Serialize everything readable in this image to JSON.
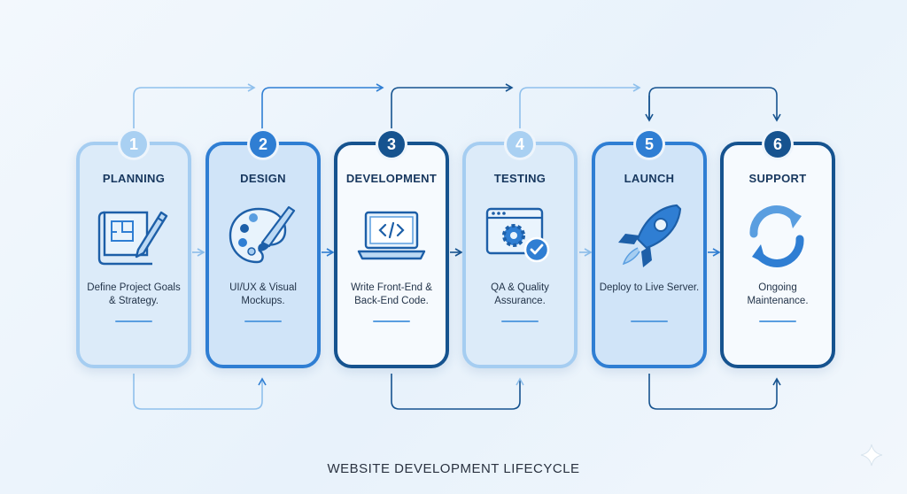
{
  "steps": [
    {
      "number": "1",
      "title": "PLANNING",
      "desc": "Define Project Goals & Strategy.",
      "icon": "blueprint-pencil-icon",
      "variant": "light"
    },
    {
      "number": "2",
      "title": "DESIGN",
      "desc": "UI/UX & Visual Mockups.",
      "icon": "palette-brush-icon",
      "variant": "mid"
    },
    {
      "number": "3",
      "title": "DEVELOPMENT",
      "desc": "Write Front-End & Back-End Code.",
      "icon": "laptop-code-icon",
      "variant": "dark"
    },
    {
      "number": "4",
      "title": "TESTING",
      "desc": "QA & Quality Assurance.",
      "icon": "browser-gear-check-icon",
      "variant": "light"
    },
    {
      "number": "5",
      "title": "LAUNCH",
      "desc": "Deploy to Live Server.",
      "icon": "rocket-icon",
      "variant": "mid"
    },
    {
      "number": "6",
      "title": "SUPPORT",
      "desc": "Ongoing Maintenance.",
      "icon": "refresh-cycle-icon",
      "variant": "dark"
    }
  ],
  "footer": {
    "title": "WEBSITE DEVELOPMENT LIFECYCLE"
  },
  "colors": {
    "light_border": "#a5cdf1",
    "mid_border": "#2f7ed3",
    "dark_border": "#16538f",
    "arrow": "#2f7ed3"
  }
}
